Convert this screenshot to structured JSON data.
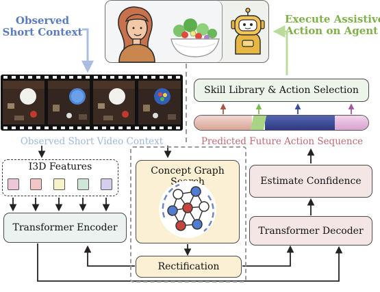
{
  "labels": {
    "observed_heading": "Observed\nShort Context",
    "execute_heading": "Execute Assistive\nAction on Agent",
    "video_caption": "Observed Short Video Context",
    "i3d": "I3D Features",
    "transformer_encoder": "Transformer Encoder",
    "concept_graph": "Concept Graph Search",
    "rectification": "Rectification",
    "skill_library": "Skill Library & Action Selection",
    "predicted_sequence": "Predicted Future Action Sequence",
    "estimate_confidence": "Estimate Confidence",
    "transformer_decoder": "Transformer Decoder"
  },
  "colors": {
    "observed_heading": "#5b7bbf",
    "execute_heading": "#7fb04a",
    "video_caption": "#9fb8da",
    "sequence_caption": "#c06a74",
    "encoder_fill": "#ecf2ef",
    "concept_fill": "#fbf0d3",
    "rect_fill": "#fbf0d3",
    "decoder_fill": "#f5e6e6",
    "skill_fill": "#edf4ea",
    "feature_colors": [
      "#ecc6d9",
      "#f3c6c6",
      "#f7f2c7",
      "#cfe7d6",
      "#d7cdee"
    ],
    "sequence_segments": [
      "#e7c3b9",
      "#a9d486",
      "#3c4b9a",
      "#e4b5d9"
    ]
  }
}
